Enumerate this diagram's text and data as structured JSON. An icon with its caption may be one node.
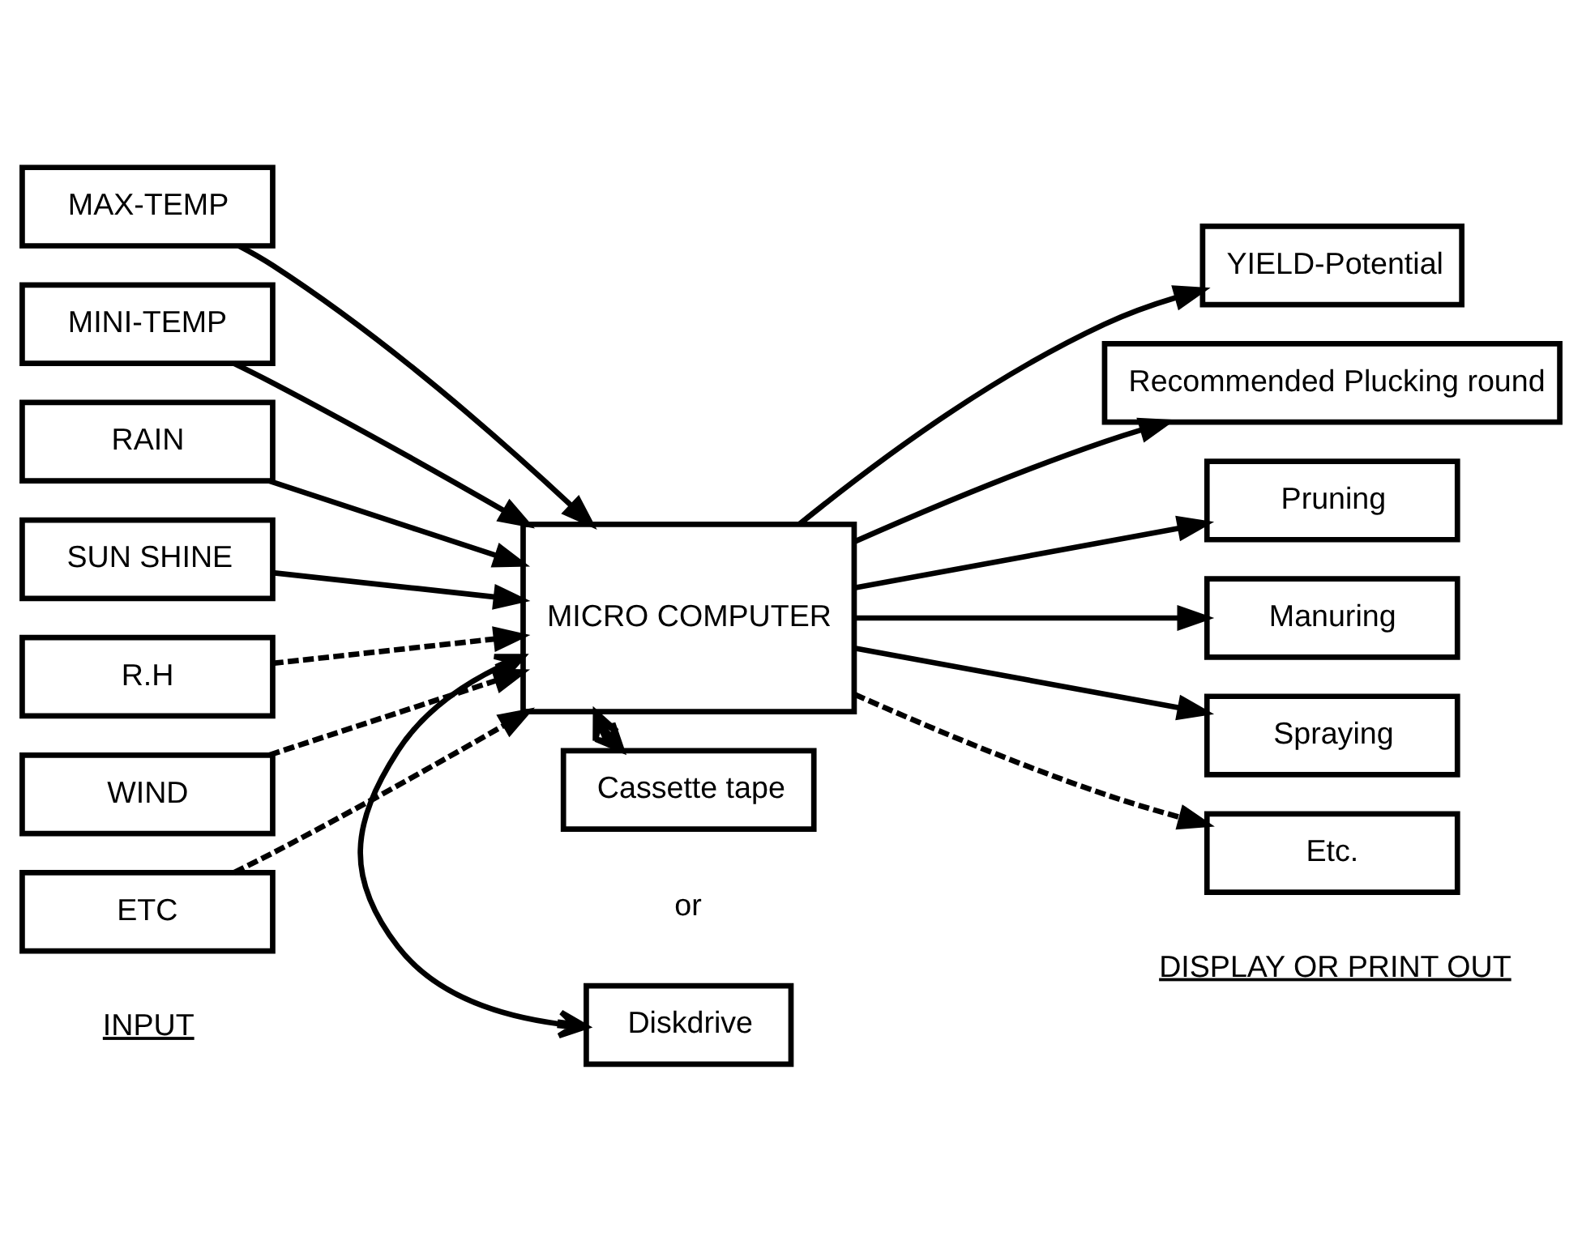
{
  "diagram": {
    "nodes": [
      {
        "text": [
          "MAX-TEMP"
        ]
      },
      {
        "text": [
          "MINI-TEMP"
        ]
      },
      {
        "text": [
          "RAIN"
        ]
      },
      {
        "text": [
          "SUN SHINE"
        ]
      },
      {
        "text": [
          "R.H"
        ]
      },
      {
        "text": [
          "WIND"
        ]
      },
      {
        "text": [
          "ETC"
        ]
      },
      {
        "text": [
          "MICRO COMPUTER"
        ]
      },
      {
        "text": [
          "YIELD-Potential"
        ]
      },
      {
        "text": [
          "Recommended Plucking round"
        ]
      },
      {
        "text": [
          "Pruning"
        ]
      },
      {
        "text": [
          "Manuring"
        ]
      },
      {
        "text": [
          "Spraying"
        ]
      },
      {
        "text": [
          "Cassette tape"
        ]
      },
      {
        "text": [
          "Diskdrive"
        ]
      },
      {
        "text": [
          "Etc."
        ]
      }
    ],
    "edges": [
      {
        "from": 0,
        "to": 7,
        "arrow": "to"
      },
      {
        "from": 1,
        "to": 7,
        "arrow": "to"
      },
      {
        "from": 2,
        "to": 7,
        "arrow": "to"
      },
      {
        "from": 3,
        "to": 7,
        "arrow": "to"
      },
      {
        "from": 4,
        "to": 7,
        "arrow": "to",
        "style": "dashed"
      },
      {
        "from": 5,
        "to": 7,
        "arrow": "to",
        "style": "dashed"
      },
      {
        "from": 6,
        "to": 7,
        "arrow": "to",
        "style": "dashed"
      },
      {
        "from": 7,
        "to": 8,
        "arrow": "to"
      },
      {
        "from": 7,
        "to": 9,
        "arrow": "to"
      },
      {
        "from": 7,
        "to": 10,
        "arrow": "to"
      },
      {
        "from": 7,
        "to": 11,
        "arrow": "to"
      },
      {
        "from": 7,
        "to": 12,
        "arrow": "to"
      },
      {
        "from": 7,
        "to": 13,
        "arrow": "both"
      },
      {
        "from": 7,
        "to": 14,
        "arrow": "both"
      },
      {
        "from": 7,
        "to": 15,
        "arrow": "to",
        "style": "dashed"
      }
    ],
    "labels": [
      "INPUT",
      "DISPLAY OR PRINT OUT",
      "or"
    ]
  }
}
